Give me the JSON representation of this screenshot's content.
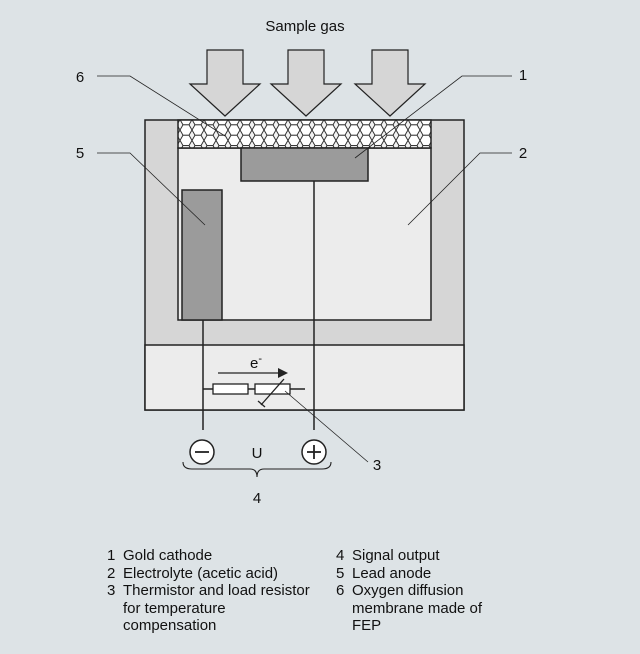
{
  "title": "Sample gas",
  "callouts": {
    "c1": "1",
    "c2": "2",
    "c3": "3",
    "c4": "4",
    "c5": "5",
    "c6": "6"
  },
  "circuit": {
    "electron_label": "e",
    "electron_sup": "-",
    "voltage_label": "U",
    "minus": "−",
    "plus": "+"
  },
  "legend": {
    "left": [
      {
        "num": "1",
        "text": "Gold cathode"
      },
      {
        "num": "2",
        "text": "Electrolyte (acetic acid)"
      },
      {
        "num": "3",
        "text": "Thermistor and  load resistor for temperature compensation"
      }
    ],
    "right": [
      {
        "num": "4",
        "text": "Signal output"
      },
      {
        "num": "5",
        "text": "Lead anode"
      },
      {
        "num": "6",
        "text": "Oxygen diffusion membrane made of FEP"
      }
    ]
  },
  "colors": {
    "background": "#dde3e6",
    "wall": "#d6d6d6",
    "electrolyte": "#ececec",
    "electrode": "#9b9b9b"
  }
}
